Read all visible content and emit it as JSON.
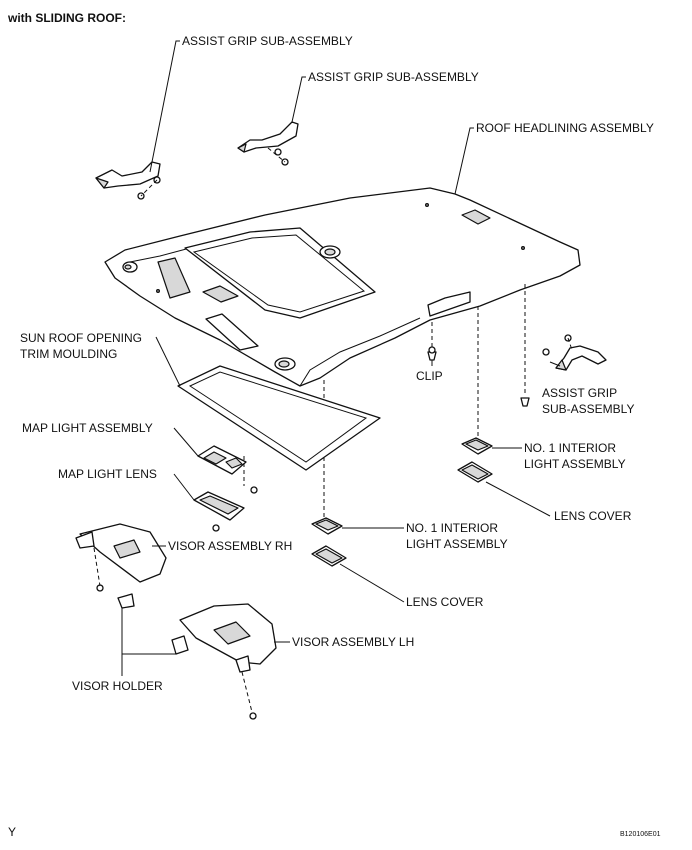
{
  "header": {
    "title": "with SLIDING ROOF:"
  },
  "labels": {
    "assist_grip_1": "ASSIST GRIP SUB-ASSEMBLY",
    "assist_grip_2": "ASSIST GRIP SUB-ASSEMBLY",
    "roof_headlining": "ROOF HEADLINING ASSEMBLY",
    "sun_roof_line1": "SUN ROOF OPENING",
    "sun_roof_line2": "TRIM MOULDING",
    "clip": "CLIP",
    "assist_grip_3_line1": "ASSIST GRIP",
    "assist_grip_3_line2": "SUB-ASSEMBLY",
    "map_light_assembly": "MAP LIGHT ASSEMBLY",
    "map_light_lens": "MAP LIGHT LENS",
    "no1_interior_right_line1": "NO. 1 INTERIOR",
    "no1_interior_right_line2": "LIGHT ASSEMBLY",
    "lens_cover_right": "LENS COVER",
    "no1_interior_mid_line1": "NO. 1 INTERIOR",
    "no1_interior_mid_line2": "LIGHT ASSEMBLY",
    "visor_rh": "VISOR ASSEMBLY RH",
    "lens_cover_mid": "LENS COVER",
    "visor_lh": "VISOR ASSEMBLY LH",
    "visor_holder": "VISOR HOLDER"
  },
  "footer": {
    "left_mark": "Y",
    "figure_code": "B120106E01"
  }
}
